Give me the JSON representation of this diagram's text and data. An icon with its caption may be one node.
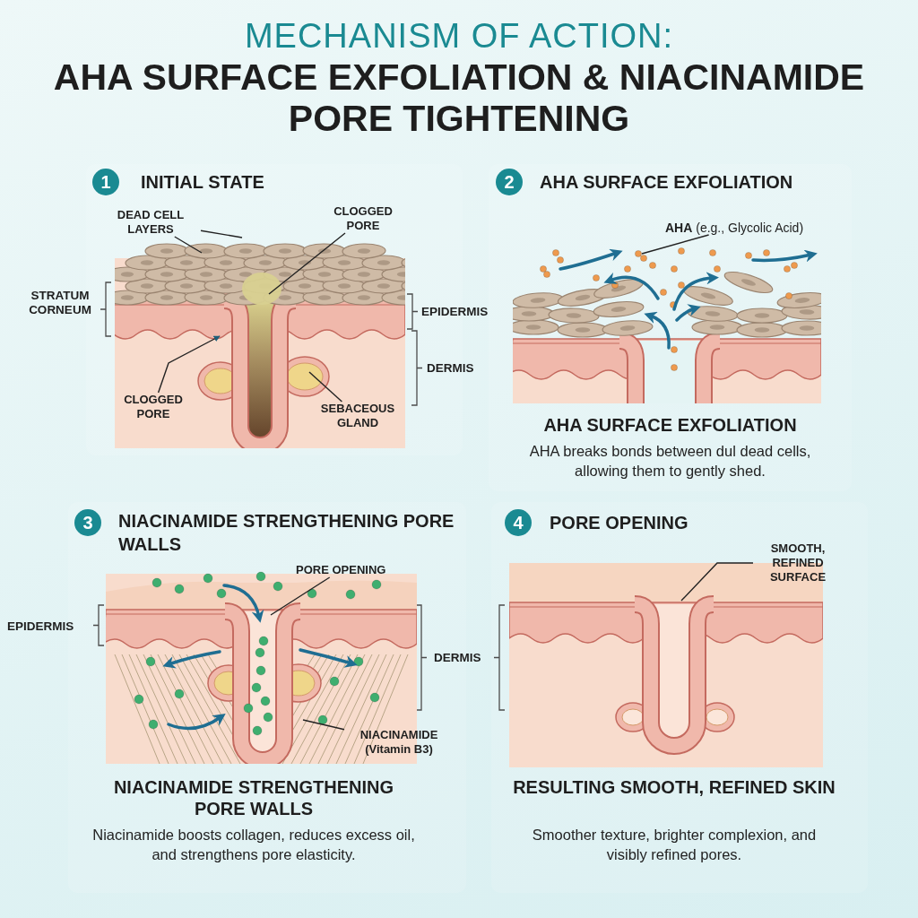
{
  "diagram": {
    "title": "MECHANISM OF ACTION: AHA SURFACE EXFOLIATION & NIACINAMIDE PORE TIGHTENING",
    "nodes": [
      {
        "text": [
          "1",
          "INITIAL STATE"
        ]
      },
      {
        "text": [
          "DEAD CELL LAYERS"
        ],
        "in": 0
      },
      {
        "text": [
          "CLOGGED PORE"
        ],
        "in": 0
      },
      {
        "text": [
          "CLOGGED PORE"
        ],
        "in": 0
      },
      {
        "text": [
          "SEBACEOUS GLAND"
        ],
        "in": 0
      },
      {
        "text": [
          "2",
          "AHA SURFACE EXFOLIATION",
          "AHA SURFACE EXFOLIATION",
          "AHA breaks bonds between dul dead cells, allowing them to gently shed."
        ]
      },
      {
        "text": [
          "**AHA** (e.g., Glycolic Acid)"
        ],
        "in": 5
      },
      {
        "text": [
          "3",
          "NIACINAMIDE STRENGTHENING PORE WALLS",
          "NIACINAMIDE STRENGTHENING PORE WALLS",
          "Niacinamide boosts collagen, reduces excess oil, and strengthens pore elasticity."
        ]
      },
      {
        "text": [
          "PORE OPENING"
        ],
        "in": 7
      },
      {
        "text": [
          "NIACINAMIDE (Vitamin B3)"
        ],
        "in": 7
      },
      {
        "text": [
          "4",
          "PORE OPENING",
          "RESULTING SMOOTH, REFINED SKIN",
          "Smoother texture, brighter complexion, and visibly refined pores."
        ]
      },
      {
        "text": [
          "SMOOTH, REFINED SURFACE"
        ],
        "in": 10
      }
    ],
    "edges": [
      {
        "from": 1,
        "to": null,
        "arrow": "none"
      },
      {
        "from": 1,
        "to": null,
        "arrow": "none"
      },
      {
        "from": 2,
        "to": null,
        "arrow": "none"
      },
      {
        "from": 3,
        "to": null,
        "arrow": "to"
      },
      {
        "from": 4,
        "to": null,
        "arrow": "none"
      },
      {
        "from": 6,
        "to": null,
        "arrow": "none"
      },
      {
        "from": 8,
        "to": null,
        "arrow": "none"
      },
      {
        "from": 9,
        "to": null,
        "arrow": "none"
      },
      {
        "from": 11,
        "to": null,
        "arrow": "none"
      }
    ],
    "labels": [
      "STRATUM CORNEUM",
      "EPIDERMIS",
      "DERMIS",
      "EPIDERMIS",
      "DERMIS"
    ]
  }
}
